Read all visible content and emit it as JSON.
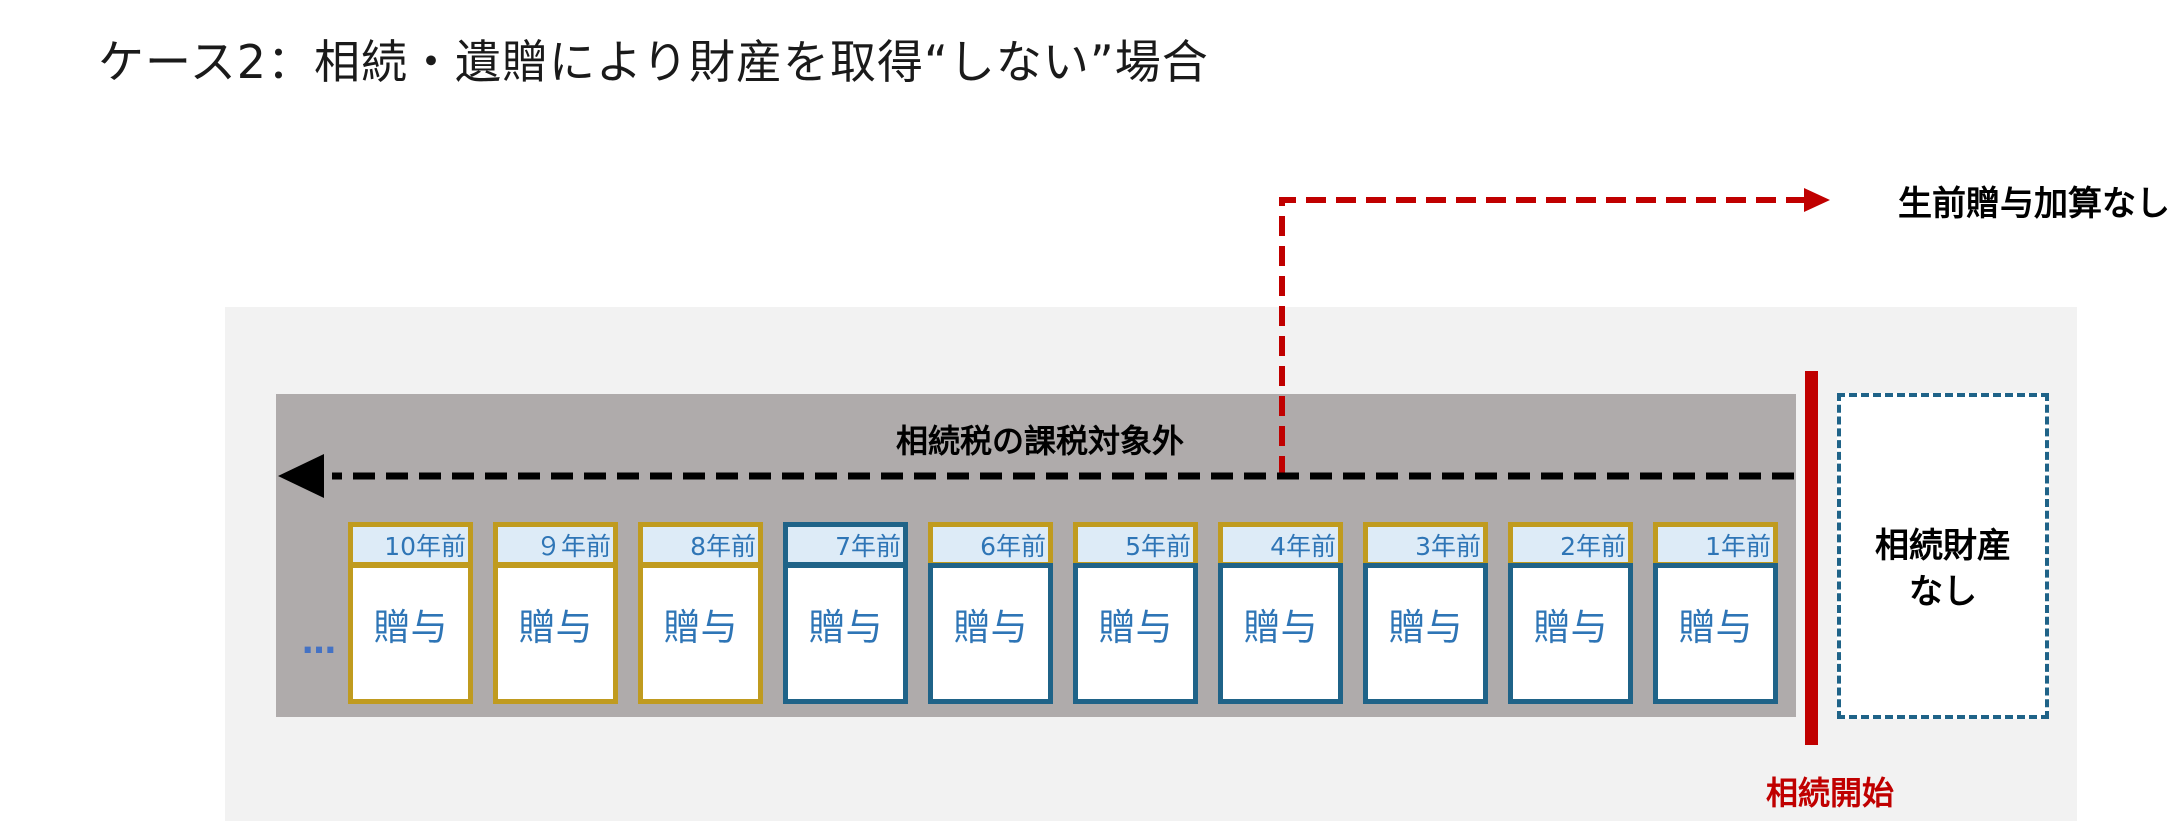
{
  "title": "ケース2：相続・遺贈により財産を取得“しない”場合",
  "out_of_scope_label": "生前贈与加算なし",
  "excluded_label": "相続税の課税対象外",
  "inheritance_start_label": "相続開始",
  "no_estate_line1": "相続財産",
  "no_estate_line2": "なし",
  "ellipsis": "…",
  "gifts": [
    {
      "year": "10年前",
      "label": "贈与"
    },
    {
      "year": "９年前",
      "label": "贈与"
    },
    {
      "year": "8年前",
      "label": "贈与"
    },
    {
      "year": "7年前",
      "label": "贈与"
    },
    {
      "year": "6年前",
      "label": "贈与"
    },
    {
      "year": "5年前",
      "label": "贈与"
    },
    {
      "year": "4年前",
      "label": "贈与"
    },
    {
      "year": "3年前",
      "label": "贈与"
    },
    {
      "year": "2年前",
      "label": "贈与"
    },
    {
      "year": "1年前",
      "label": "贈与"
    }
  ],
  "colors": {
    "accent_red": "#c00000",
    "gold_border": "#c09b1f",
    "blue_border": "#1f6388",
    "text_blue": "#2e75b6"
  }
}
